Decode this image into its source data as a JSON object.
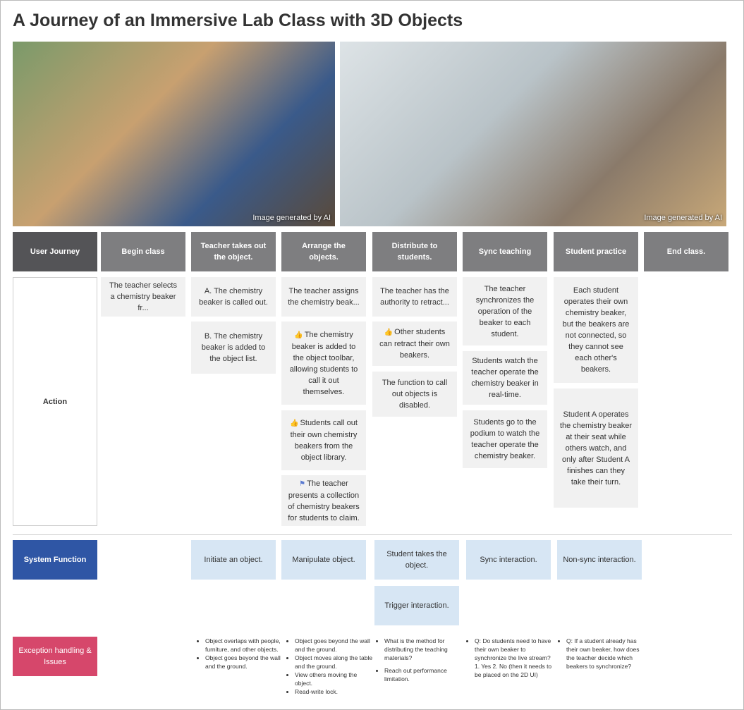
{
  "title": "A Journey of an Immersive Lab Class with 3D Objects",
  "images": [
    {
      "caption": "Image generated by AI"
    },
    {
      "caption": "Image generated by AI"
    }
  ],
  "headers": [
    "User Journey",
    "Begin class",
    "Teacher takes out the object.",
    "Arrange the objects.",
    "Distribute to students.",
    "Sync teaching",
    "Student practice",
    "End class."
  ],
  "row_labels": {
    "action": "Action",
    "system": "System Function",
    "exception": "Exception handling & Issues"
  },
  "actions": {
    "begin": [
      "The teacher selects a chemistry beaker fr..."
    ],
    "takeout": [
      "A. The chemistry beaker is called out.",
      "B. The chemistry beaker is added to the object list."
    ],
    "arrange": [
      "The teacher assigns the chemistry beak...",
      "The chemistry beaker is added to the object toolbar, allowing students to call it out themselves.",
      "Students call out their own chemistry beakers from the object library.",
      "The teacher presents a collection of chemistry beakers for students to claim."
    ],
    "distribute": [
      "The teacher has the authority to retract...",
      "Other students can retract their own beakers.",
      "The function to call out objects is disabled."
    ],
    "sync": [
      "The teacher synchronizes the operation of the beaker to each student.",
      "Students watch the teacher operate the chemistry beaker in real-time.",
      "Students go to the podium to watch the teacher operate the chemistry beaker."
    ],
    "practice": [
      "Each student operates their own chemistry beaker, but the beakers are not connected, so they cannot see each other's beakers.",
      "Student A operates the chemistry beaker at their seat while others watch, and only after Student A finishes can they take their turn."
    ]
  },
  "system": [
    "Initiate an object.",
    "Manipulate object.",
    "Student takes the object.",
    "Trigger interaction.",
    "Sync interaction.",
    "Non-sync interaction."
  ],
  "exceptions": [
    [
      "Object overlaps with people, furniture, and other objects.",
      "Object goes beyond the wall and the ground."
    ],
    [
      "Object goes beyond the wall and the ground.",
      "Object moves along the table and the ground.",
      "View others moving the object.",
      "Read-write lock."
    ],
    [
      "What is the method for distributing the teaching materials?",
      "Reach out performance limitation."
    ],
    [
      "Q: Do students need to have their own beaker to synchronize the live stream? 1. Yes 2. No (then it needs to be placed on the 2D UI)"
    ],
    [
      "Q: If a student already has their own beaker, how does the teacher decide which beakers to synchronize?"
    ]
  ],
  "colors": {
    "system": "#2f56a5",
    "exception": "#d6476b",
    "header": "#7e7e80"
  }
}
